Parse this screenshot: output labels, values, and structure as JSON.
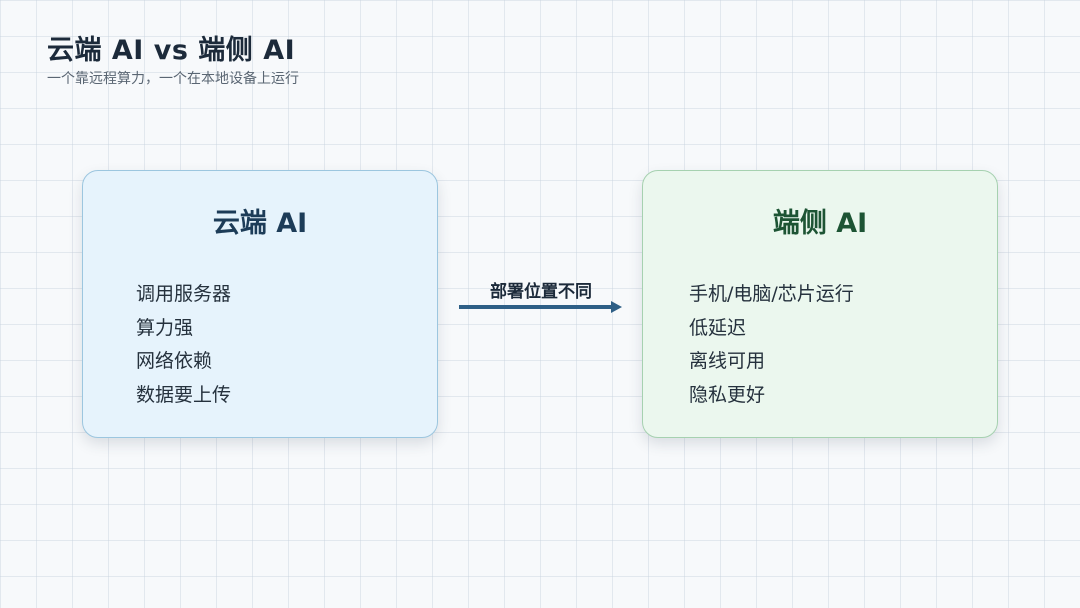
{
  "header": {
    "title": "云端 AI vs 端侧 AI",
    "subtitle": "一个靠远程算力，一个在本地设备上运行"
  },
  "cloud_card": {
    "title": "云端 AI",
    "items": [
      "调用服务器",
      "算力强",
      "网络依赖",
      "数据要上传"
    ]
  },
  "edge_card": {
    "title": "端侧 AI",
    "items": [
      "手机/电脑/芯片运行",
      "低延迟",
      "离线可用",
      "隐私更好"
    ]
  },
  "connector": {
    "label": "部署位置不同"
  },
  "colors": {
    "cloud_bg": "#e6f3fc",
    "cloud_border": "#9cc6df",
    "edge_bg": "#ebf7ee",
    "edge_border": "#a6d1b0",
    "arrow": "#2e5f86"
  }
}
